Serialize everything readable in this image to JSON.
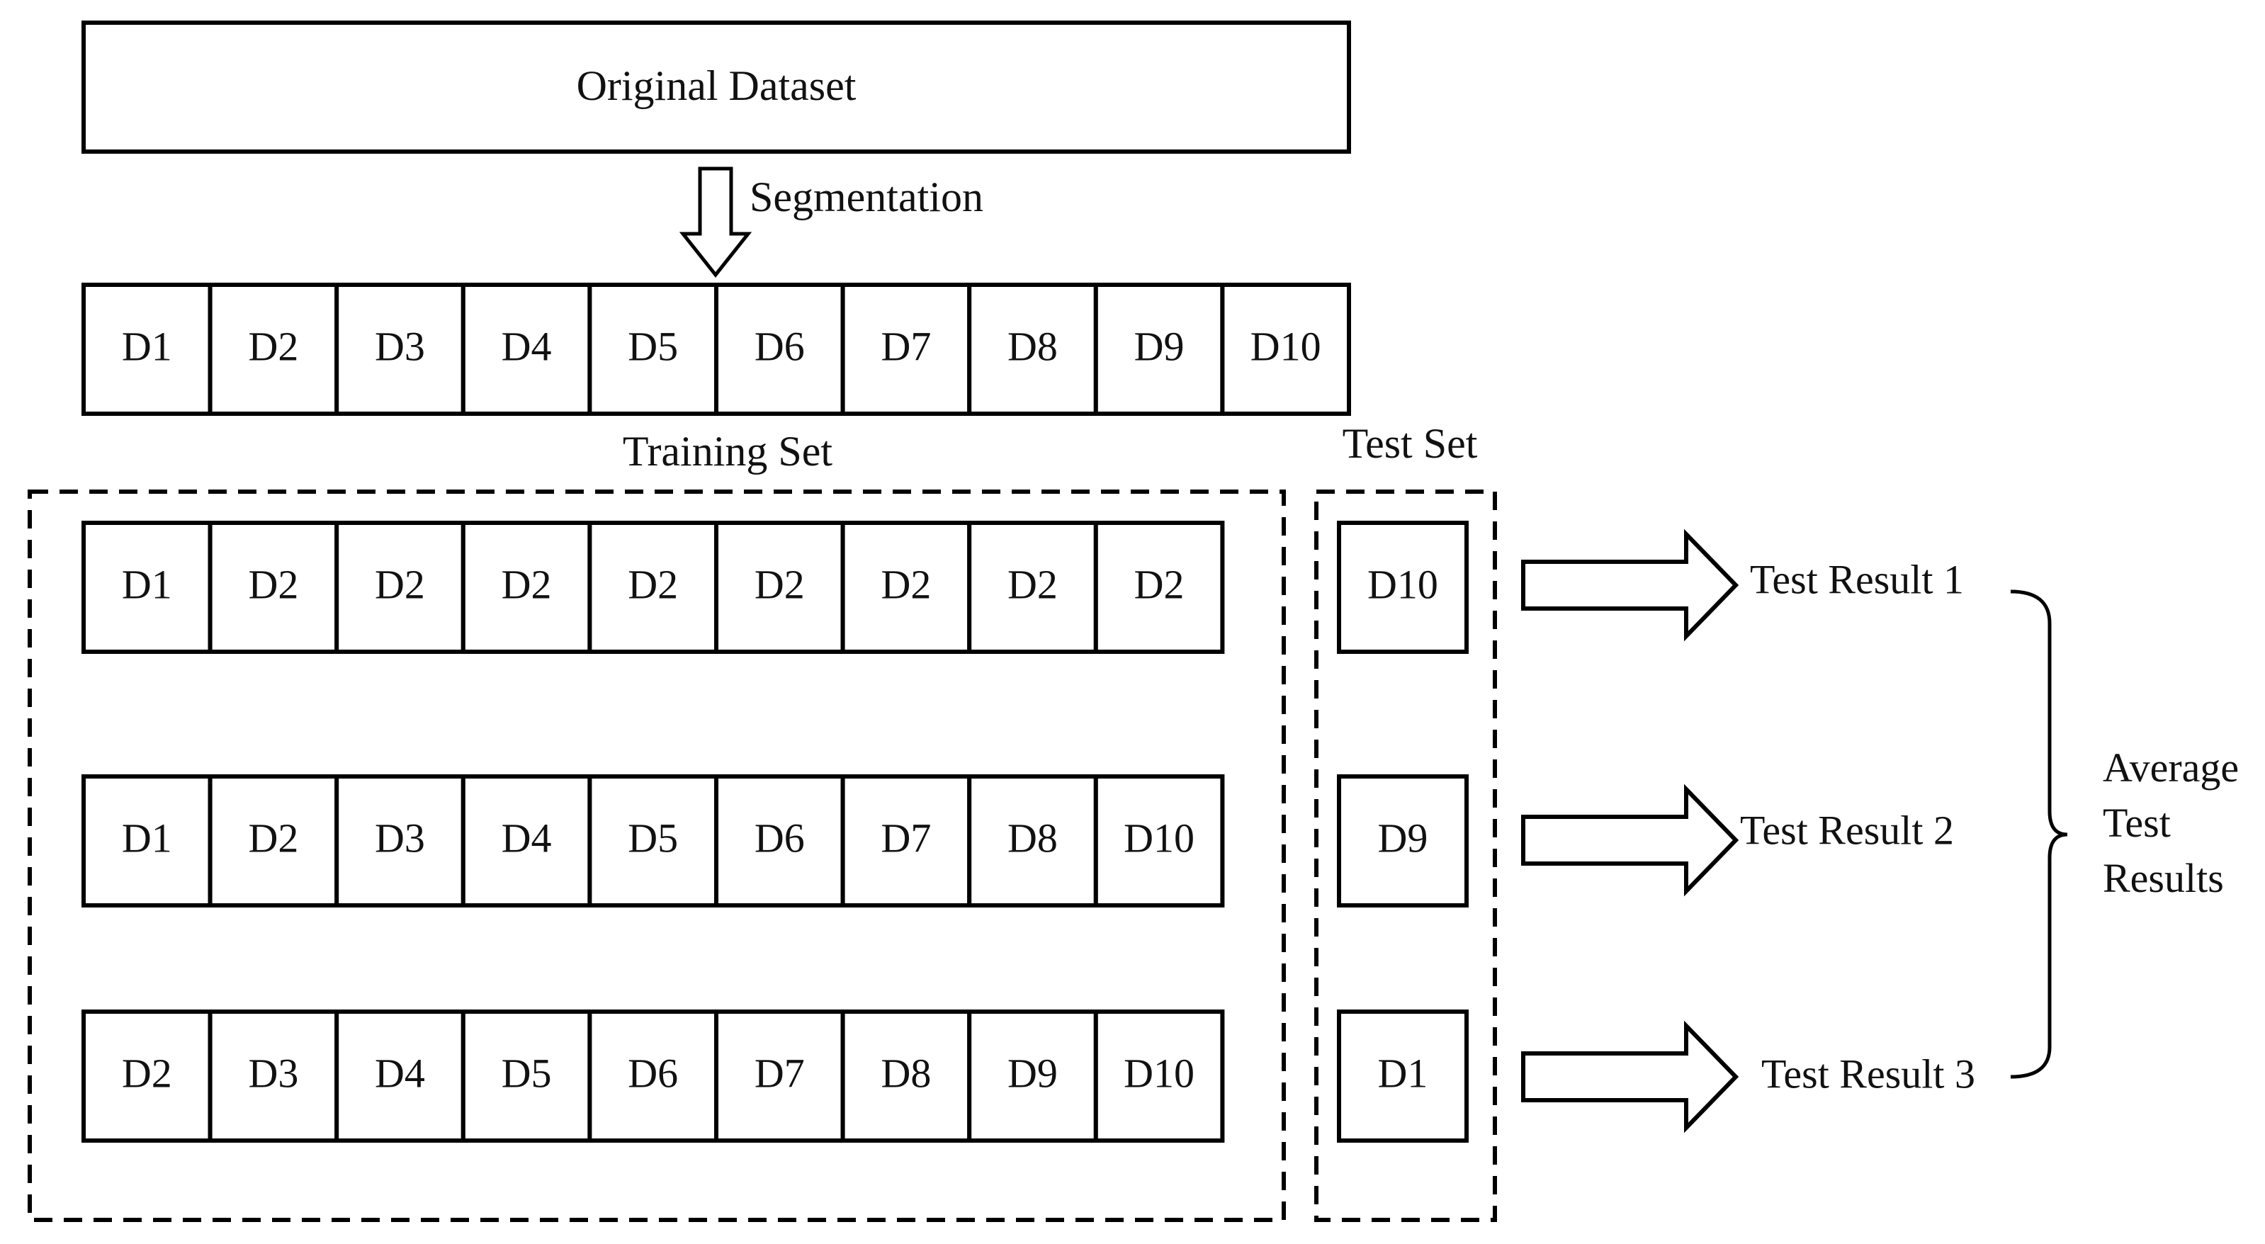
{
  "original_dataset": {
    "label": "Original Dataset"
  },
  "segmentation": {
    "label": "Segmentation"
  },
  "segments": [
    "D1",
    "D2",
    "D3",
    "D4",
    "D5",
    "D6",
    "D7",
    "D8",
    "D9",
    "D10"
  ],
  "training_set": {
    "title": "Training Set",
    "rows": [
      [
        "D1",
        "D2",
        "D2",
        "D2",
        "D2",
        "D2",
        "D2",
        "D2",
        "D2"
      ],
      [
        "D1",
        "D2",
        "D3",
        "D4",
        "D5",
        "D6",
        "D7",
        "D8",
        "D10"
      ],
      [
        "D2",
        "D3",
        "D4",
        "D5",
        "D6",
        "D7",
        "D8",
        "D9",
        "D10"
      ]
    ]
  },
  "test_set": {
    "title": "Test Set",
    "items": [
      "D10",
      "D9",
      "D1"
    ]
  },
  "results": [
    "Test Result 1",
    "Test Result 2",
    "Test Result 3"
  ],
  "average": {
    "lines": [
      "Average",
      "Test",
      "Results"
    ]
  }
}
